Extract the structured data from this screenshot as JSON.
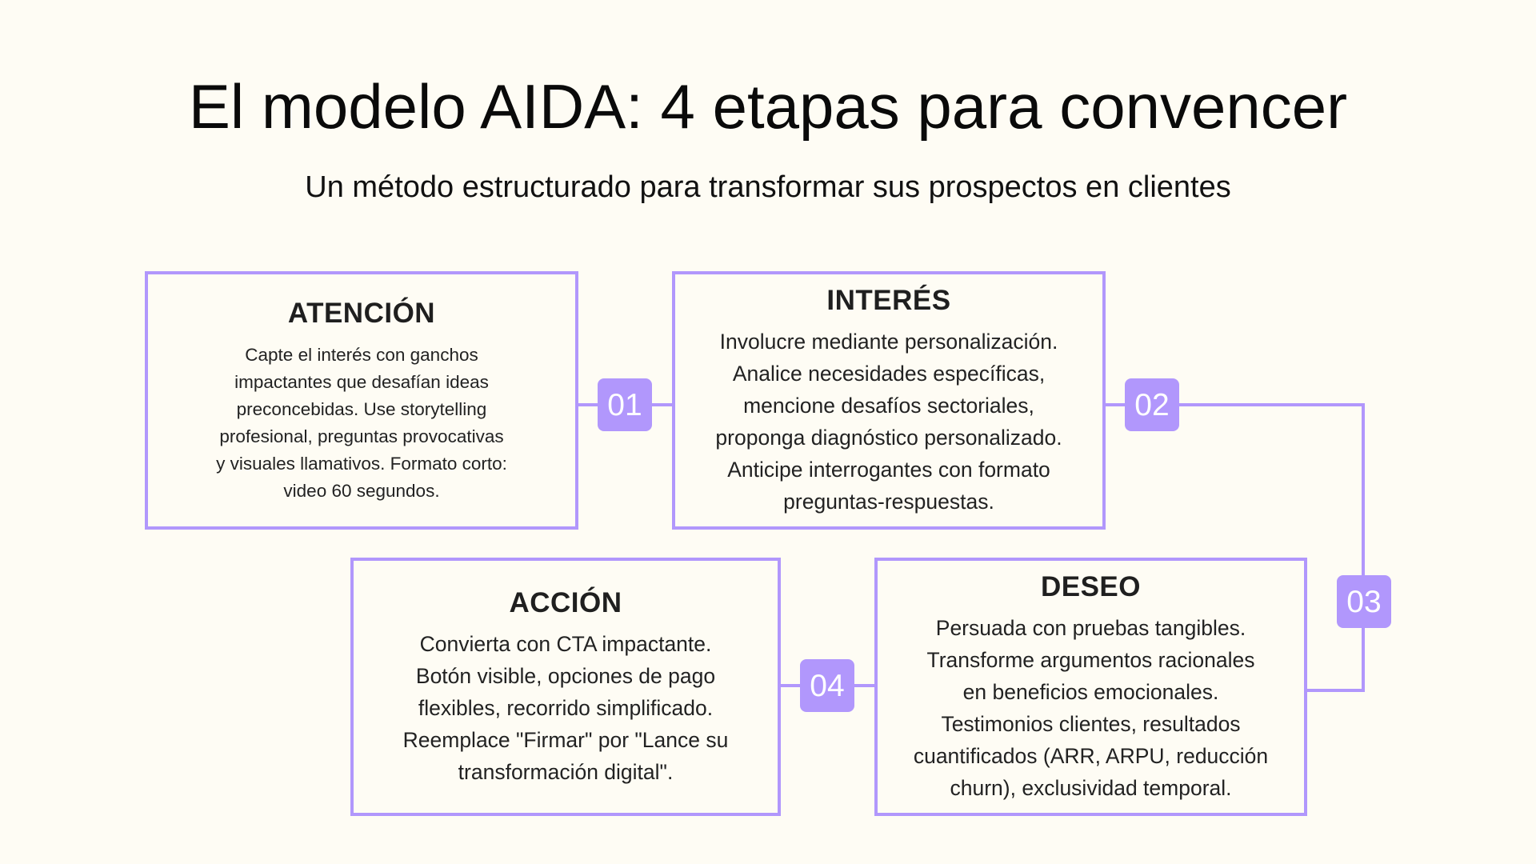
{
  "header": {
    "title": "El modelo AIDA: 4 etapas para convencer",
    "subtitle": "Un método estructurado para transformar sus prospectos en clientes"
  },
  "colors": {
    "background": "#fefcf4",
    "accent": "#b197fc",
    "text": "#1f1f1f",
    "badge_text": "#ffffff"
  },
  "stages": [
    {
      "step": "01",
      "title": "ATENCIÓN",
      "lines": [
        "Capte el interés con ganchos",
        "impactantes que desafían ideas",
        "preconcebidas. Use storytelling",
        "profesional, preguntas provocativas",
        "y visuales llamativos. Formato corto:",
        "video 60 segundos."
      ]
    },
    {
      "step": "02",
      "title": "INTERÉS",
      "lines": [
        "Involucre mediante personalización.",
        "Analice necesidades específicas,",
        "mencione desafíos sectoriales,",
        "proponga diagnóstico personalizado.",
        "Anticipe interrogantes con formato",
        "preguntas-respuestas."
      ]
    },
    {
      "step": "03",
      "title": "DESEO",
      "lines": [
        "Persuada con pruebas tangibles.",
        "Transforme argumentos racionales",
        "en beneficios emocionales.",
        "Testimonios clientes, resultados",
        "cuantificados (ARR, ARPU, reducción",
        "churn), exclusividad temporal."
      ]
    },
    {
      "step": "04",
      "title": "ACCIÓN",
      "lines": [
        "Convierta con CTA impactante.",
        "Botón visible, opciones de pago",
        "flexibles, recorrido simplificado.",
        "Reemplace \"Firmar\" por \"Lance su",
        "transformación digital\"."
      ]
    }
  ]
}
